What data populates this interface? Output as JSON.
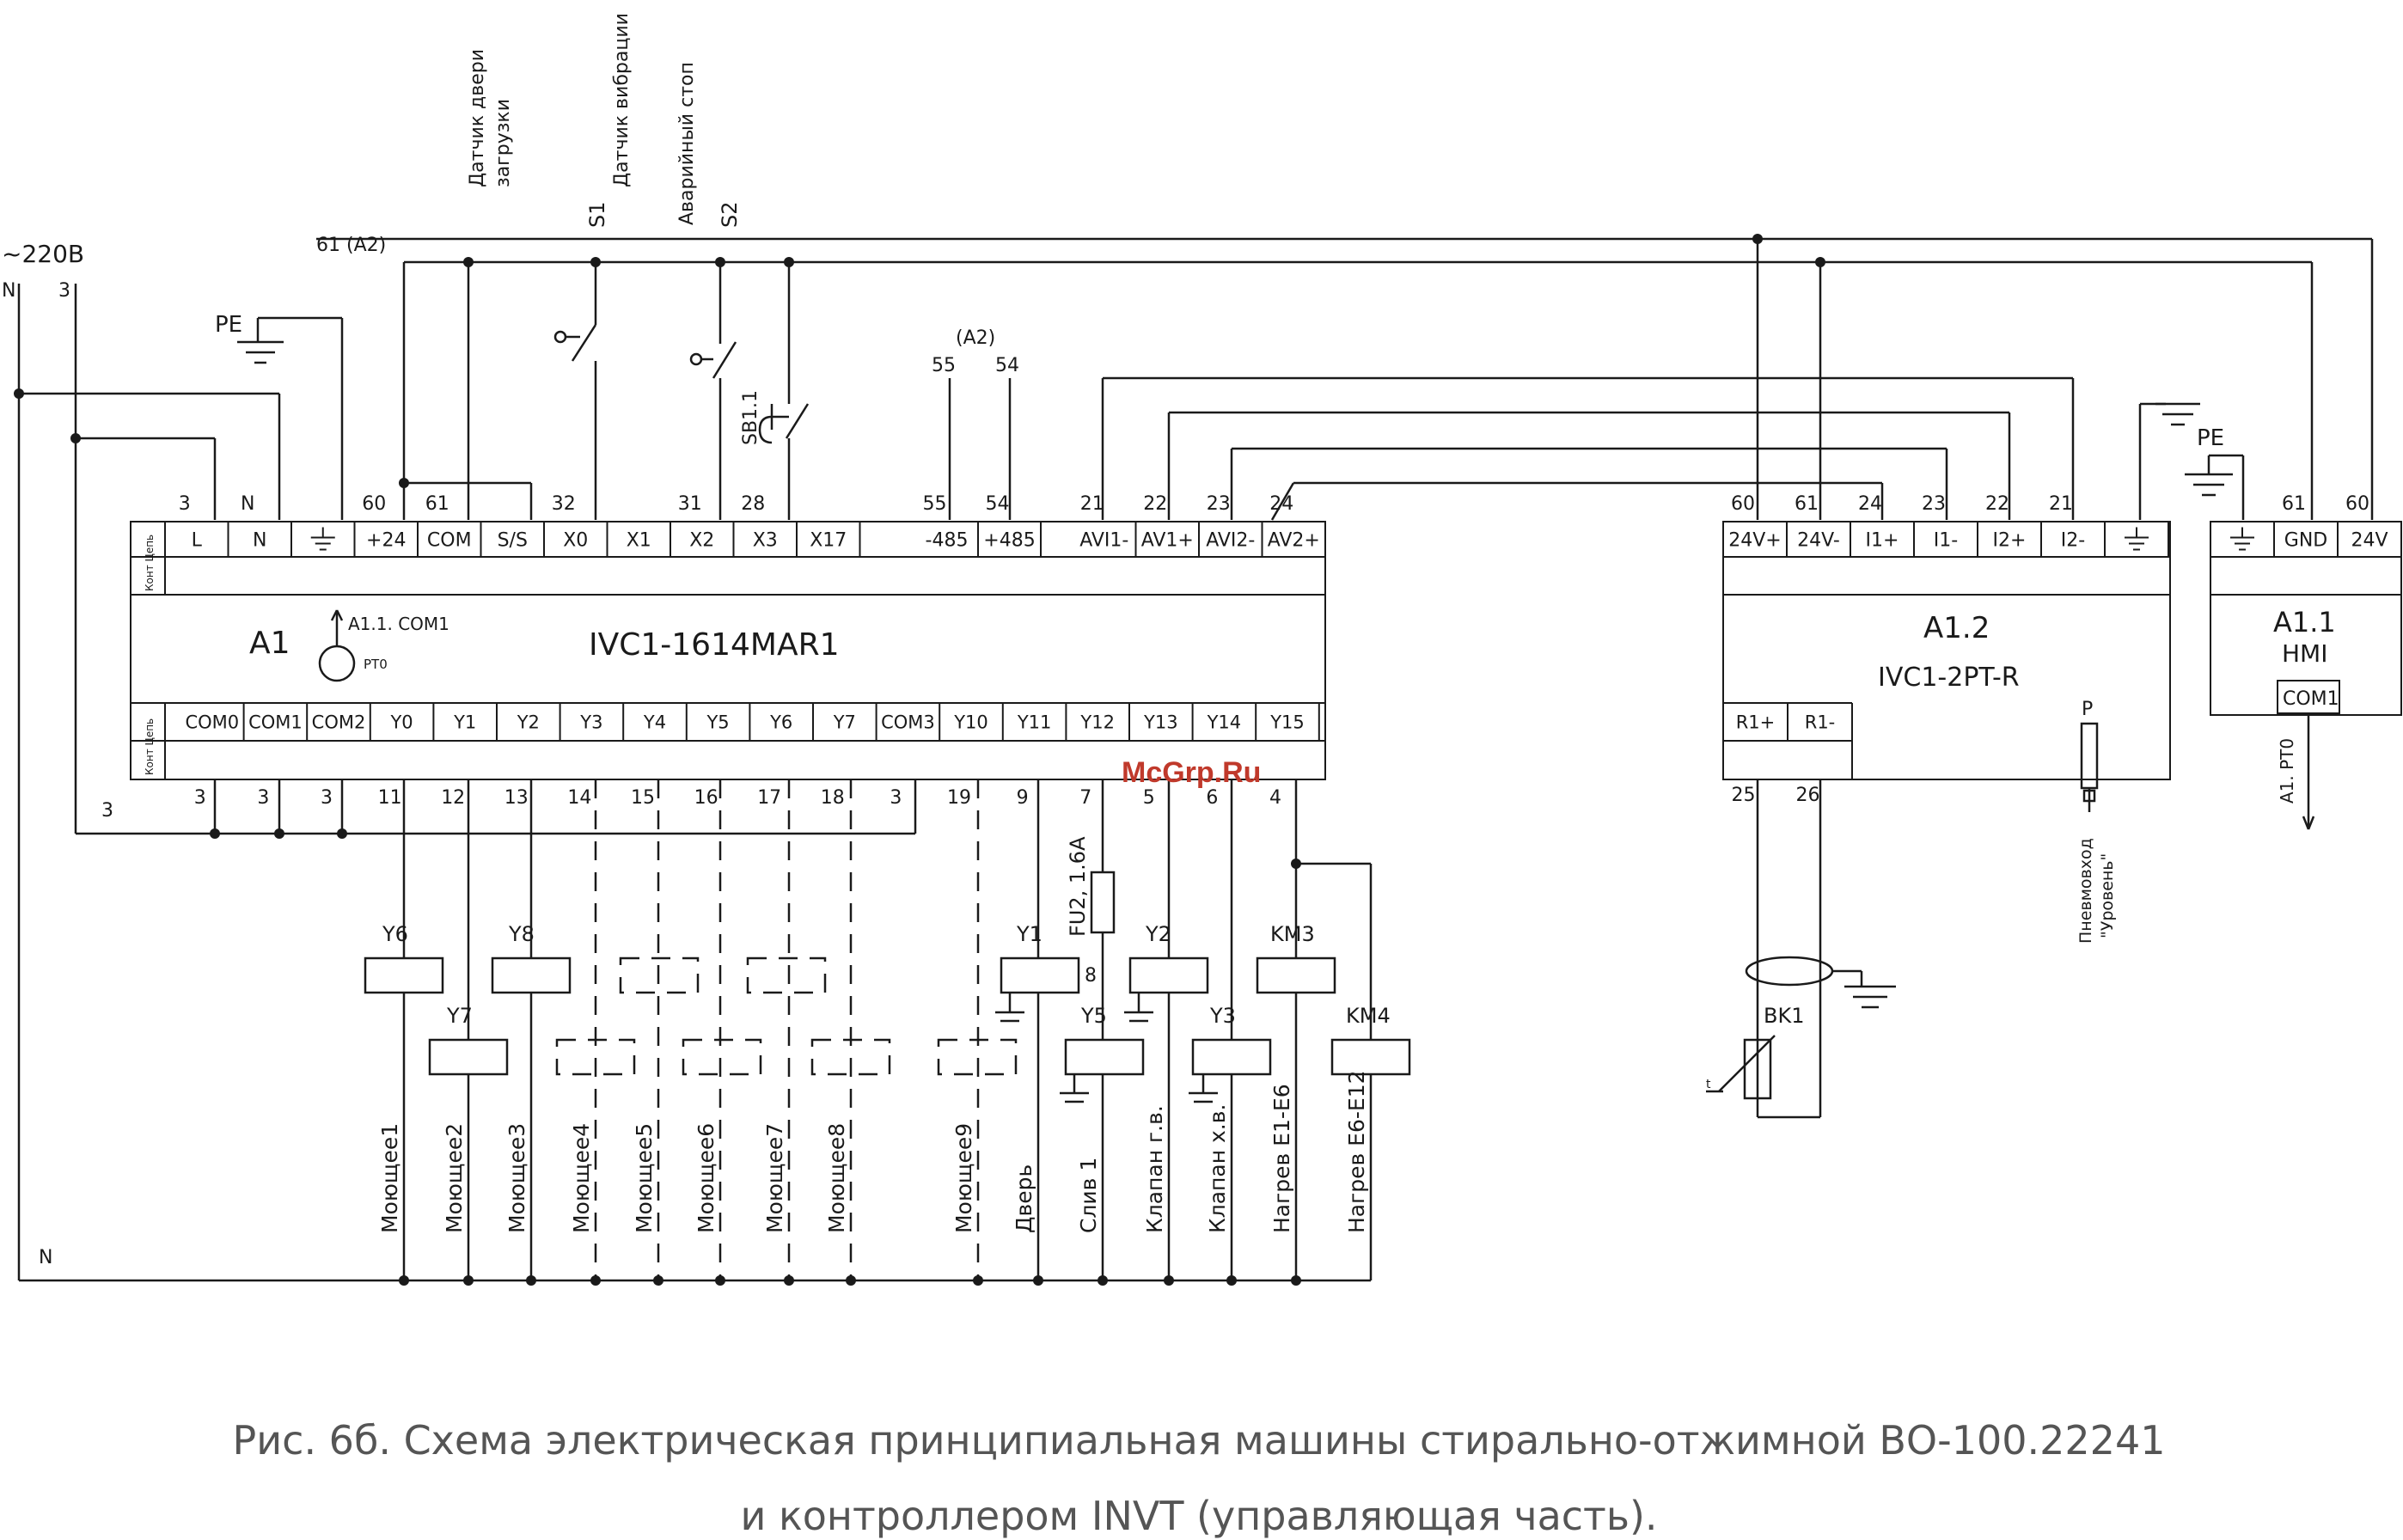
{
  "labels": {
    "supply": "~220В",
    "n": "N",
    "three": "3",
    "pe": "PE",
    "wire61a2": "61 (A2)",
    "door_sensor_1": "Датчик двери",
    "door_sensor_2": "загрузки",
    "vibration_sensor": "Датчик вибрации",
    "emergency_stop": "Аварийный стоп",
    "s1": "S1",
    "s2": "S2",
    "sb11": "SB1.1",
    "a2": "(A2)",
    "w55": "55",
    "w54": "54",
    "pe2": "PE",
    "n_bottom": "N",
    "wire3": "3"
  },
  "a1": {
    "name": "A1",
    "model": "IVC1-1614MAR1",
    "rto_ref": "A1.1. COM1",
    "rto": "PT0",
    "row_label": "Конт Цепь",
    "top_terminals": [
      "L",
      "N",
      "⏚",
      "+24",
      "COM",
      "S/S",
      "X0",
      "X1",
      "X2",
      "X3",
      "X17"
    ],
    "top_wires": [
      "3",
      "N",
      "",
      "60",
      "61",
      "",
      "32",
      "",
      "31",
      "28",
      ""
    ],
    "rs485_terminals": [
      "-485",
      "+485"
    ],
    "rs485_wires": [
      "55",
      "54"
    ],
    "analog_terminals": [
      "AVI1-",
      "AV1+",
      "AVI2-",
      "AV2+"
    ],
    "analog_wires": [
      "21",
      "22",
      "23",
      "24"
    ],
    "bottom_terminals": [
      "COM0",
      "COM1",
      "COM2",
      "Y0",
      "Y1",
      "Y2",
      "Y3",
      "Y4",
      "Y5",
      "Y6",
      "Y7",
      "COM3",
      "Y10",
      "Y11",
      "Y12",
      "Y13",
      "Y14",
      "Y15"
    ],
    "bottom_wires": [
      "3",
      "3",
      "3",
      "11",
      "12",
      "13",
      "14",
      "15",
      "16",
      "17",
      "18",
      "3",
      "19",
      "9",
      "7",
      "5",
      "6",
      "4"
    ]
  },
  "a12": {
    "name": "A1.2",
    "model": "IVC1-2PT-R",
    "top_terminals": [
      "24V+",
      "24V-",
      "I1+",
      "I1-",
      "I2+",
      "I2-",
      "⏚"
    ],
    "top_wires": [
      "60",
      "61",
      "24",
      "23",
      "22",
      "21",
      ""
    ],
    "bottom_terminals": [
      "R1+",
      "R1-"
    ],
    "bottom_wires": [
      "25",
      "26"
    ],
    "p": "P",
    "pneumo_1": "Пневмовход",
    "pneumo_2": "\"Уровень\"",
    "bk1": "BK1",
    "t": "t"
  },
  "a11": {
    "name": "A1.1",
    "model": "HMI",
    "top_terminals": [
      "⏚",
      "GND",
      "24V"
    ],
    "top_wires": [
      "",
      "61",
      "60"
    ],
    "com": "COM1",
    "arrow_label": "A1. PT0"
  },
  "loads": [
    {
      "coil": "Y6",
      "label": "Моющее1"
    },
    {
      "coil": "Y7",
      "label": "Моющее2"
    },
    {
      "coil": "Y8",
      "label": "Моющее3"
    },
    {
      "coil": "",
      "label": "Моющее4"
    },
    {
      "coil": "",
      "label": "Моющее5"
    },
    {
      "coil": "",
      "label": "Моющее6"
    },
    {
      "coil": "",
      "label": "Моющее7"
    },
    {
      "coil": "",
      "label": "Моющее8"
    },
    {
      "coil": "",
      "label": "Моющее9"
    },
    {
      "coil": "Y1",
      "label": "Дверь"
    },
    {
      "coil": "Y5",
      "label": "Слив 1"
    },
    {
      "coil": "Y2",
      "label": "Клапан г.в."
    },
    {
      "coil": "Y3",
      "label": "Клапан х.в."
    },
    {
      "coil": "KM3",
      "label": "Нагрев Е1-Е6"
    },
    {
      "coil": "KM4",
      "label": "Нагрев Е6-Е12"
    }
  ],
  "fuse": {
    "label": "FU2, 1.6A",
    "wire": "8"
  },
  "watermark": "McGrp.Ru",
  "caption": {
    "line1": "Рис. 6б. Схема электрическая принципиальная машины стирально-отжимной ВО-100.22241",
    "line2": "и контроллером INVT (управляющая часть)."
  }
}
